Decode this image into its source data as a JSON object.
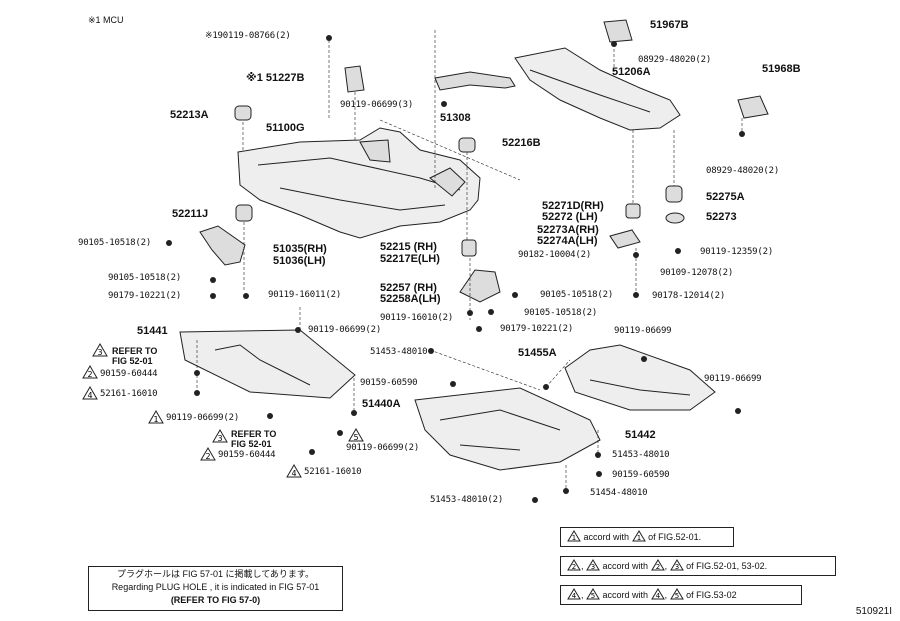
{
  "header": {
    "mcu_note": "※1  MCU"
  },
  "labels": {
    "l190119": "※190119-08766(2)",
    "l51227b": "※1 51227B",
    "l90119_06699_3": "90119-06699(3)",
    "l51308": "51308",
    "l51967b": "51967B",
    "l08929a": "08929-48020(2)",
    "l51206a": "51206A",
    "l51968b": "51968B",
    "l08929b": "08929-48020(2)",
    "l52213a": "52213A",
    "l51100g": "51100G",
    "l52216b": "52216B",
    "l52275a": "52275A",
    "l52273": "52273",
    "l52271d": "52271D(RH)",
    "l52272": "52272 (LH)",
    "l52273a": "52273A(RH)",
    "l52274a": "52274A(LH)",
    "l90182": "90182-10004(2)",
    "l90119_12359": "90119-12359(2)",
    "l90109": "90109-12078(2)",
    "l90178": "90178-12014(2)",
    "l52211j": "52211J",
    "l90105_a": "90105-10518(2)",
    "l51035": "51035(RH)",
    "l51036": "51036(LH)",
    "l90105_b": "90105-10518(2)",
    "l90179_a": "90179-10221(2)",
    "l90119_16011": "90119-16011(2)",
    "l52215": "52215  (RH)",
    "l52217e": "52217E(LH)",
    "l52257": "52257  (RH)",
    "l52258a": "52258A(LH)",
    "l90105_c": "90105-10518(2)",
    "l90119_16010": "90119-16010(2)",
    "l90105_d": "90105-10518(2)",
    "l90179_b": "90179-10221(2)",
    "l51441": "51441",
    "l90119_06699_a": "90119-06699(2)",
    "l_refer1a": "REFER TO",
    "l_refer1b": "FIG 52-01",
    "l90159_a": "90159-60444",
    "l52161_a": "52161-16010",
    "l90119_06699_b": "90119-06699(2)",
    "l_refer2a": "REFER TO",
    "l_refer2b": "FIG 52-01",
    "l90159_b": "90159-60444",
    "l52161_b": "52161-16010",
    "l51453_a": "51453-48010",
    "l90159_60590_a": "90159-60590",
    "l51440a": "51440A",
    "l90119_06699_c": "90119-06699(2)",
    "l51455a": "51455A",
    "l90119_06699_d": "90119-06699",
    "l90119_06699_e": "90119-06699",
    "l51442": "51442",
    "l51453_b": "51453-48010",
    "l90159_60590_b": "90159-60590",
    "l51454": "51454-48010",
    "l51453_c": "51453-48010(2)"
  },
  "legend": {
    "row1": {
      "pre": "accord with",
      "post": "of FIG.52-01."
    },
    "row2": {
      "pre": "accord with",
      "post": "of FIG.52-01, 53-02."
    },
    "row3": {
      "pre": "accord with",
      "post": "of FIG.53-02"
    },
    "nums": {
      "one": "1",
      "two": "2",
      "three": "3",
      "four": "4",
      "five": "5"
    }
  },
  "note": {
    "line1": "プラグホールは FIG 57-01 に掲載してあります。",
    "line2": "Regarding  PLUG  HOLE , it is indicated in  FIG  57-01",
    "line3": "(REFER TO FIG 57-0)"
  },
  "figure_number": "510921I"
}
